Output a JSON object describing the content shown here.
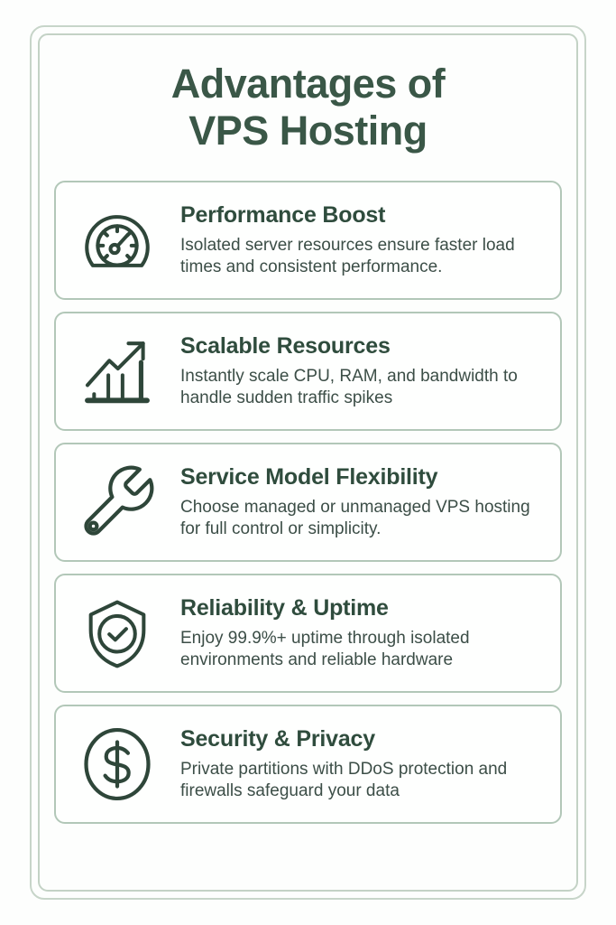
{
  "page": {
    "title_line1": "Advantages of",
    "title_line2": "VPS Hosting"
  },
  "cards": [
    {
      "icon": "speedometer-icon",
      "title": "Performance Boost",
      "description": "Isolated server resources ensure faster load times and consistent performance."
    },
    {
      "icon": "growth-chart-icon",
      "title": "Scalable Resources",
      "description": "Instantly scale CPU, RAM, and bandwidth to handle sudden traffic spikes"
    },
    {
      "icon": "wrench-icon",
      "title": "Service Model Flexibility",
      "description": "Choose managed or unmanaged VPS hosting for full control or simplicity."
    },
    {
      "icon": "shield-check-icon",
      "title": "Reliability & Uptime",
      "description": "Enjoy 99.9%+ uptime through isolated environments and reliable hardware"
    },
    {
      "icon": "dollar-circle-icon",
      "title": "Security & Privacy",
      "description": "Private partitions with DDoS protection and firewalls safeguard your data"
    }
  ],
  "colors": {
    "title_text": "#3a5747",
    "card_title_text": "#2f4c3d",
    "card_desc_text": "#3c4e47",
    "icon_stroke": "#2e4639",
    "card_border": "#b2c7b8",
    "frame_border": "#c7d5c9",
    "background": "#fdfefd"
  }
}
